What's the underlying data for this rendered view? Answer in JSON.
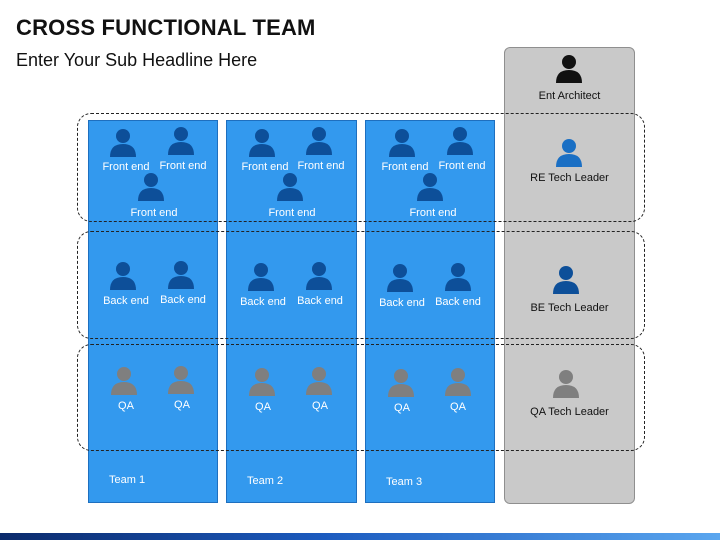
{
  "header": {
    "title": "CROSS FUNCTIONAL TEAM",
    "subtitle": "Enter Your Sub Headline Here"
  },
  "colors": {
    "team_fill": "#3399ee",
    "leader_fill": "#c9c9c9",
    "frontend_icon": "#0d4f99",
    "backend_icon": "#0d4f99",
    "qa_icon": "#7f7f7f",
    "ent_icon": "#111111",
    "re_icon": "#1a6fc4",
    "be_icon": "#0d4f99"
  },
  "teams": [
    {
      "name": "Team 1",
      "frontend": [
        "Front end",
        "Front end",
        "Front end"
      ],
      "backend": [
        "Back end",
        "Back end"
      ],
      "qa": [
        "QA",
        "QA"
      ]
    },
    {
      "name": "Team 2",
      "frontend": [
        "Front end",
        "Front end",
        "Front end"
      ],
      "backend": [
        "Back end",
        "Back end"
      ],
      "qa": [
        "QA",
        "QA"
      ]
    },
    {
      "name": "Team 3",
      "frontend": [
        "Front end",
        "Front end",
        "Front end"
      ],
      "backend": [
        "Back end",
        "Back end"
      ],
      "qa": [
        "QA",
        "QA"
      ]
    }
  ],
  "leaders": {
    "ent_architect": "Ent Architect",
    "re_tech_leader": "RE Tech Leader",
    "be_tech_leader": "BE Tech Leader",
    "qa_tech_leader": "QA Tech Leader"
  }
}
